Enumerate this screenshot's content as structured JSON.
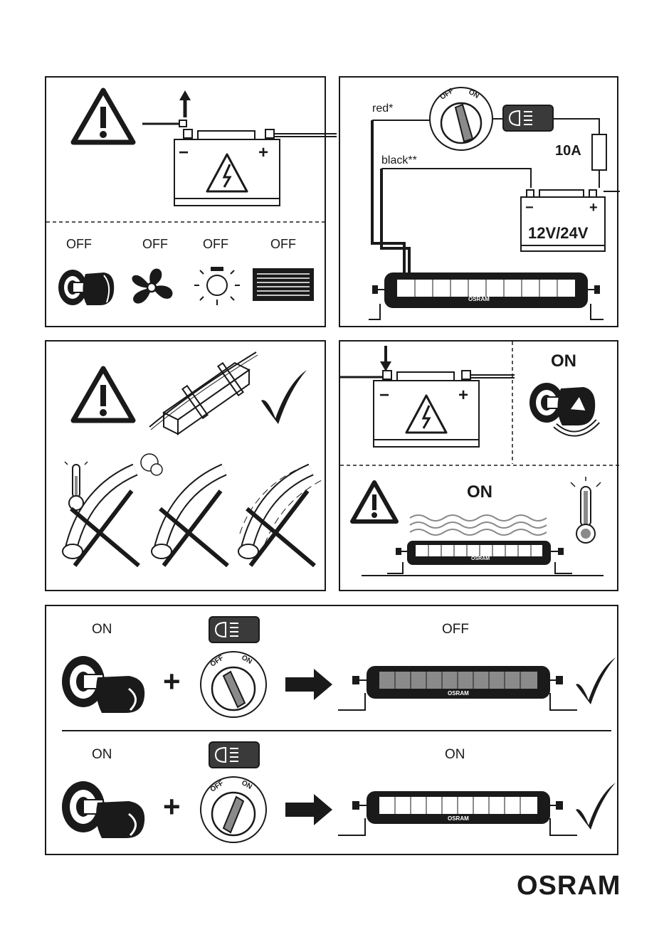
{
  "panel1": {
    "states": [
      "OFF",
      "OFF",
      "OFF",
      "OFF"
    ],
    "battery_minus": "−",
    "battery_plus": "+"
  },
  "panel2": {
    "wire_red": "red*",
    "wire_black": "black**",
    "fuse": "10A",
    "voltage": "12V/24V",
    "switch_off": "OFF",
    "switch_on": "ON",
    "brand_on_bar": "OSRAM",
    "battery_minus": "−",
    "battery_plus": "+"
  },
  "panel4": {
    "ignition_state": "ON",
    "operating_state": "ON",
    "brand_on_bar": "OSRAM",
    "battery_minus": "−",
    "battery_plus": "+"
  },
  "panel5": {
    "rows": [
      {
        "ignition": "ON",
        "result": "OFF",
        "switch_off": "OFF",
        "switch_on": "ON",
        "plus": "+",
        "brand_on_bar": "OSRAM"
      },
      {
        "ignition": "ON",
        "result": "ON",
        "switch_off": "OFF",
        "switch_on": "ON",
        "plus": "+",
        "brand_on_bar": "OSRAM"
      }
    ]
  },
  "footer": {
    "logo": "OSRAM"
  }
}
